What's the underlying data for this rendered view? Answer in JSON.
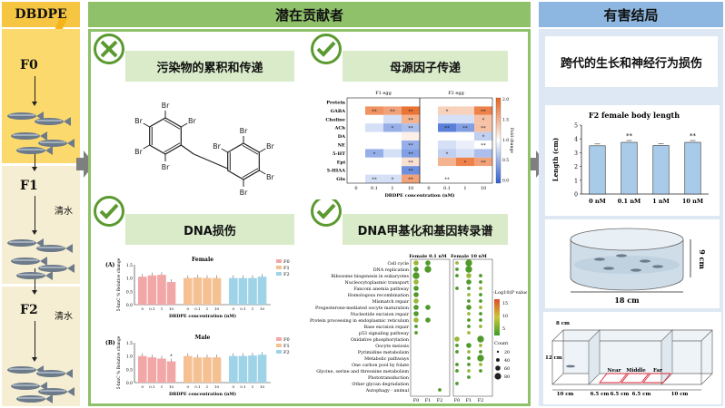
{
  "header": {
    "left": "DBDPE",
    "middle": "潜在贡献者",
    "right": "有害结局"
  },
  "generations": {
    "f0": "F0",
    "f1": "F1",
    "f2": "F2",
    "water_f1": "清水",
    "water_f2": "清水"
  },
  "panels": {
    "accumulation": "污染物的累积和传递",
    "maternal": "母源因子传递",
    "dna_damage": "DNA损伤",
    "methylation": "DNA甲基化和基因转录谱",
    "outcome": "跨代的生长和神经行为损伤"
  },
  "molecule": {
    "atom": "Br"
  },
  "heatmap": {
    "col_groups": [
      "F1 egg",
      "F2 egg"
    ],
    "rows": [
      "Protein",
      "GABA",
      "Choline",
      "ACh",
      "DA",
      "NE",
      "5-HT",
      "Epi",
      "5-HIAA",
      "Glu"
    ],
    "cols": [
      "0",
      "0.1",
      "1",
      "10",
      "0",
      "0.1",
      "1",
      "10"
    ],
    "xlabel": "DBDPE concentration (nM)",
    "legend_label": "Fold change",
    "legend_ticks": [
      "2.0",
      "1.5",
      "1.0",
      "0.5",
      "0.0"
    ],
    "colors": {
      "high": "#e8641e",
      "mid": "#ffffff",
      "low": "#2f5fd0"
    }
  },
  "chart_data": [
    {
      "type": "bar",
      "title": "F2 female body length",
      "categories": [
        "0 nM",
        "0.1 nM",
        "1 nM",
        "10 nM"
      ],
      "values": [
        3.5,
        3.75,
        3.52,
        3.75
      ],
      "annotations": [
        "",
        "**",
        "",
        "**"
      ],
      "ylabel": "Length (cm)",
      "ylim": [
        0,
        5
      ],
      "yticks": [
        "0",
        "1",
        "2",
        "3",
        "4",
        "5"
      ],
      "color": "#a9cbea"
    },
    {
      "type": "bar",
      "title": "Female",
      "panel_label": "(A)",
      "groups": [
        "F0",
        "F1",
        "F2"
      ],
      "categories": [
        "0",
        "0.1",
        "1",
        "10"
      ],
      "series": [
        {
          "name": "F0",
          "values": [
            1.05,
            1.1,
            1.12,
            0.85
          ]
        },
        {
          "name": "F1",
          "values": [
            1.0,
            1.02,
            1.0,
            1.0
          ]
        },
        {
          "name": "F2",
          "values": [
            1.0,
            1.0,
            1.0,
            1.05
          ]
        }
      ],
      "ylabel": "5-hmC % Relative change",
      "xlabel": "DBDPE concentration (nM)",
      "ylim": [
        0,
        1.5
      ],
      "yticks": [
        "0.0",
        "0.5",
        "1.0",
        "1.5"
      ],
      "colors": [
        "#f2a7a7",
        "#f5c193",
        "#9fd3e8"
      ]
    },
    {
      "type": "bar",
      "title": "Male",
      "panel_label": "(B)",
      "groups": [
        "F0",
        "F1",
        "F2"
      ],
      "categories": [
        "0",
        "0.1",
        "1",
        "10"
      ],
      "series": [
        {
          "name": "F0",
          "values": [
            1.0,
            0.95,
            0.9,
            0.8
          ]
        },
        {
          "name": "F1",
          "values": [
            1.0,
            0.95,
            0.95,
            0.95
          ]
        },
        {
          "name": "F2",
          "values": [
            1.0,
            1.0,
            1.02,
            1.05
          ]
        }
      ],
      "annotations": [
        "",
        "",
        "",
        "*"
      ],
      "ylabel": "5-hmC % Relative change",
      "xlabel": "DBDPE concentration (nM)",
      "ylim": [
        0,
        1.5
      ],
      "yticks": [
        "0.0",
        "0.5",
        "1.0",
        "1.5"
      ],
      "colors": [
        "#f2a7a7",
        "#f5c193",
        "#9fd3e8"
      ]
    },
    {
      "type": "scatter",
      "title_left": "Female 0.1 nM",
      "title_right": "Female 10 nM",
      "pathways": [
        "Cell cycle",
        "DNA replication",
        "Ribosome biogenesis in eukaryotes",
        "Nucleocytoplasmic transport",
        "Fanconi anemia pathway",
        "Homologous recombination",
        "Mismatch repair",
        "Progesterone-mediated oocyte maturation",
        "Nucleotide excision repair",
        "Protein processing in endoplasmic reticulum",
        "Base excision repair",
        "p53 signaling pathway",
        "Oxidative phosphorylation",
        "Oocyte meiosis",
        "Pyrimidine metabolism",
        "Metabolic pathways",
        "One carbon pool by folate",
        "Glycine, serine and threonine metabolism",
        "Phototransduction",
        "Other glycan degradation",
        "Autophagy - animal"
      ],
      "x": [
        "F0",
        "F1",
        "F2",
        "F0",
        "F1",
        "F2"
      ],
      "legend_title": "-Log10(P value)",
      "legend_ticks": [
        "15",
        "10",
        "5"
      ],
      "count_title": "Count",
      "count_ticks": [
        "20",
        "40",
        "60",
        "80"
      ]
    }
  ],
  "tank": {
    "height": "9 cm",
    "diameter": "18 cm"
  },
  "maze": {
    "height": "12 cm",
    "depth": "8 cm",
    "zones": [
      "Near",
      "Middle",
      "Far"
    ],
    "segments": [
      "10 cm",
      "6.5 cm",
      "6.5 cm",
      "6.5 cm",
      "10 cm"
    ]
  }
}
